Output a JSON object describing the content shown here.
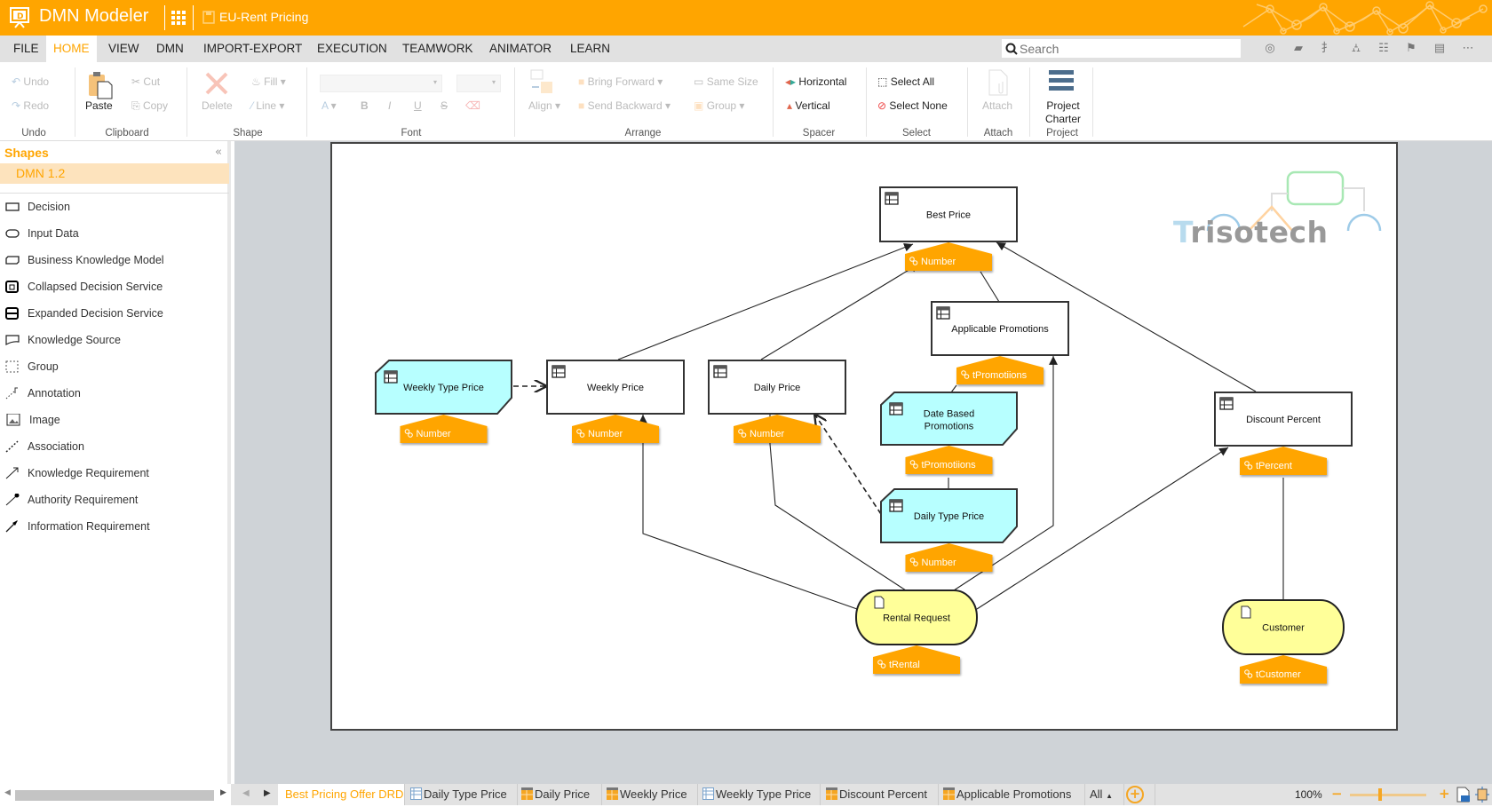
{
  "app": {
    "title": "DMN Modeler",
    "document": "EU-Rent Pricing"
  },
  "menu": [
    "FILE",
    "HOME",
    "VIEW",
    "DMN",
    "IMPORT-EXPORT",
    "EXECUTION",
    "TEAMWORK",
    "ANIMATOR",
    "LEARN"
  ],
  "search": {
    "placeholder": "Search"
  },
  "ribbon": {
    "undo": "Undo",
    "redo": "Redo",
    "paste": "Paste",
    "cut": "Cut",
    "copy": "Copy",
    "delete": "Delete",
    "fill": "Fill",
    "line": "Line",
    "align": "Align",
    "bring_forward": "Bring Forward",
    "send_backward": "Send Backward",
    "same_size": "Same Size",
    "group": "Group",
    "horizontal": "Horizontal",
    "vertical": "Vertical",
    "select_all": "Select All",
    "select_none": "Select None",
    "attach": "Attach",
    "project": "Project",
    "charter": "Charter",
    "bold": "B",
    "italic": "I",
    "underline": "U",
    "strike": "S",
    "groups": {
      "undo": "Undo",
      "clipboard": "Clipboard",
      "shape": "Shape",
      "font": "Font",
      "arrange": "Arrange",
      "spacer": "Spacer",
      "select": "Select",
      "attach": "Attach",
      "project": "Project"
    }
  },
  "sidebar": {
    "title": "Shapes",
    "palette": "DMN 1.2",
    "items": [
      "Decision",
      "Input Data",
      "Business Knowledge Model",
      "Collapsed Decision Service",
      "Expanded Decision Service",
      "Knowledge Source",
      "Group",
      "Annotation",
      "Image",
      "Association",
      "Knowledge Requirement",
      "Authority Requirement",
      "Information Requirement"
    ]
  },
  "diagram": {
    "logo": "Trisotech",
    "nodes": {
      "best_price": {
        "label": "Best Price",
        "type": "Number"
      },
      "applicable_promotions": {
        "label": "Applicable Promotions",
        "type": "tPromotiions"
      },
      "weekly_type_price": {
        "label": "Weekly Type Price",
        "type": "Number"
      },
      "weekly_price": {
        "label": "Weekly Price",
        "type": "Number"
      },
      "daily_price": {
        "label": "Daily Price",
        "type": "Number"
      },
      "date_based_promotions": {
        "label": "Date Based",
        "label2": "Promotions",
        "type": "tPromotiions"
      },
      "daily_type_price": {
        "label": "Daily Type Price",
        "type": "Number"
      },
      "discount_percent": {
        "label": "Discount Percent",
        "type": "tPercent"
      },
      "rental_request": {
        "label": "Rental Request",
        "type": "tRental"
      },
      "customer": {
        "label": "Customer",
        "type": "tCustomer"
      }
    }
  },
  "tabs": [
    "Best Pricing Offer DRD",
    "Daily Type Price",
    "Daily Price",
    "Weekly Price",
    "Weekly Type Price",
    "Discount Percent",
    "Applicable Promotions",
    "All"
  ],
  "zoom": {
    "level": "100%",
    "minus": "−",
    "plus": "+"
  },
  "colors": {
    "brand": "#ffa500",
    "decision_service": "#b7ffff",
    "input": "#ffff99"
  }
}
